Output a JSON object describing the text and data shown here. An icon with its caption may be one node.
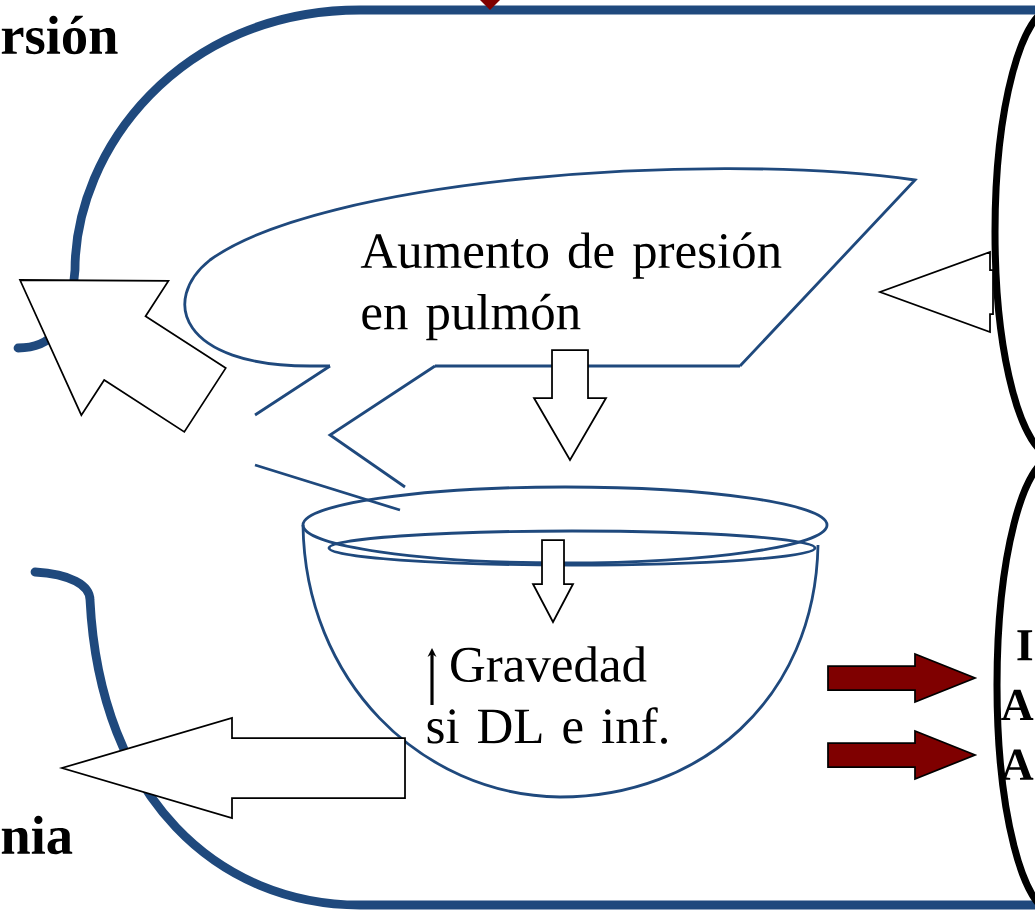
{
  "diagram": {
    "nodes": [
      {
        "text": [
          "Aumento de presión en pulmón"
        ]
      },
      {
        "text": [
          "Gravedad si DL e inf."
        ]
      },
      {
        "text": [],
        "shape": "ellipse"
      },
      {
        "text": [
          "I",
          "A",
          "A"
        ]
      }
    ],
    "edges": [
      {
        "from": 2,
        "to": 0,
        "arrow": "to"
      },
      {
        "from": 0,
        "to": 1,
        "arrow": "to"
      },
      {
        "from": 0,
        "to": null,
        "arrow": "to"
      },
      {
        "from": 1,
        "to": null,
        "arrow": "to"
      },
      {
        "from": null,
        "to": 3,
        "arrow": "to",
        "color": "#7f0000"
      },
      {
        "from": null,
        "to": 3,
        "arrow": "to",
        "color": "#7f0000"
      }
    ],
    "labels": [
      "rsión",
      "nia"
    ]
  }
}
